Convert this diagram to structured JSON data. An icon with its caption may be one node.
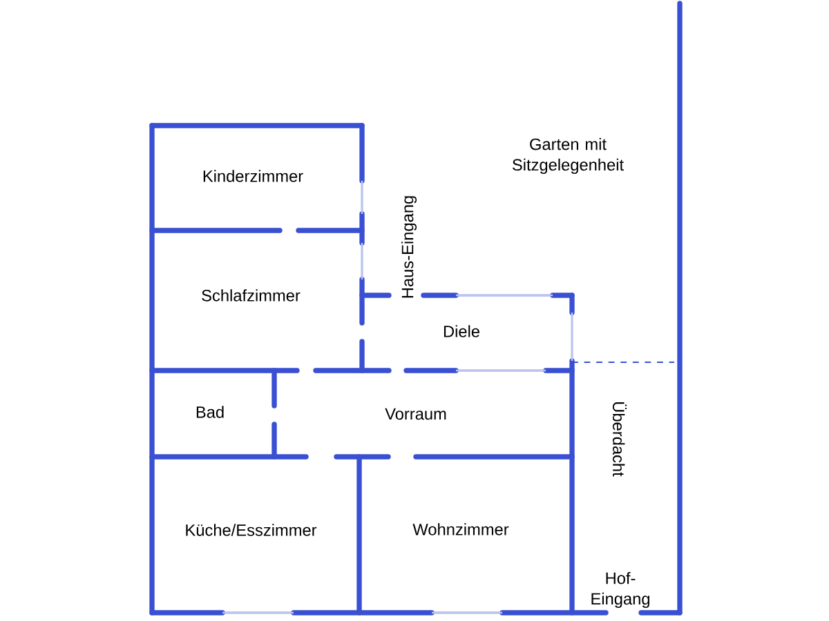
{
  "diagram": {
    "labels": [
      "Garten mit Sitzgelegenheit",
      "Kinderzimmer",
      "Haus-Eingang",
      "Schlafzimmer",
      "Diele",
      "Bad",
      "Vorraum",
      "Überdacht",
      "Küche/Esszimmer",
      "Wohnzimmer",
      "Hof-Eingang"
    ]
  }
}
